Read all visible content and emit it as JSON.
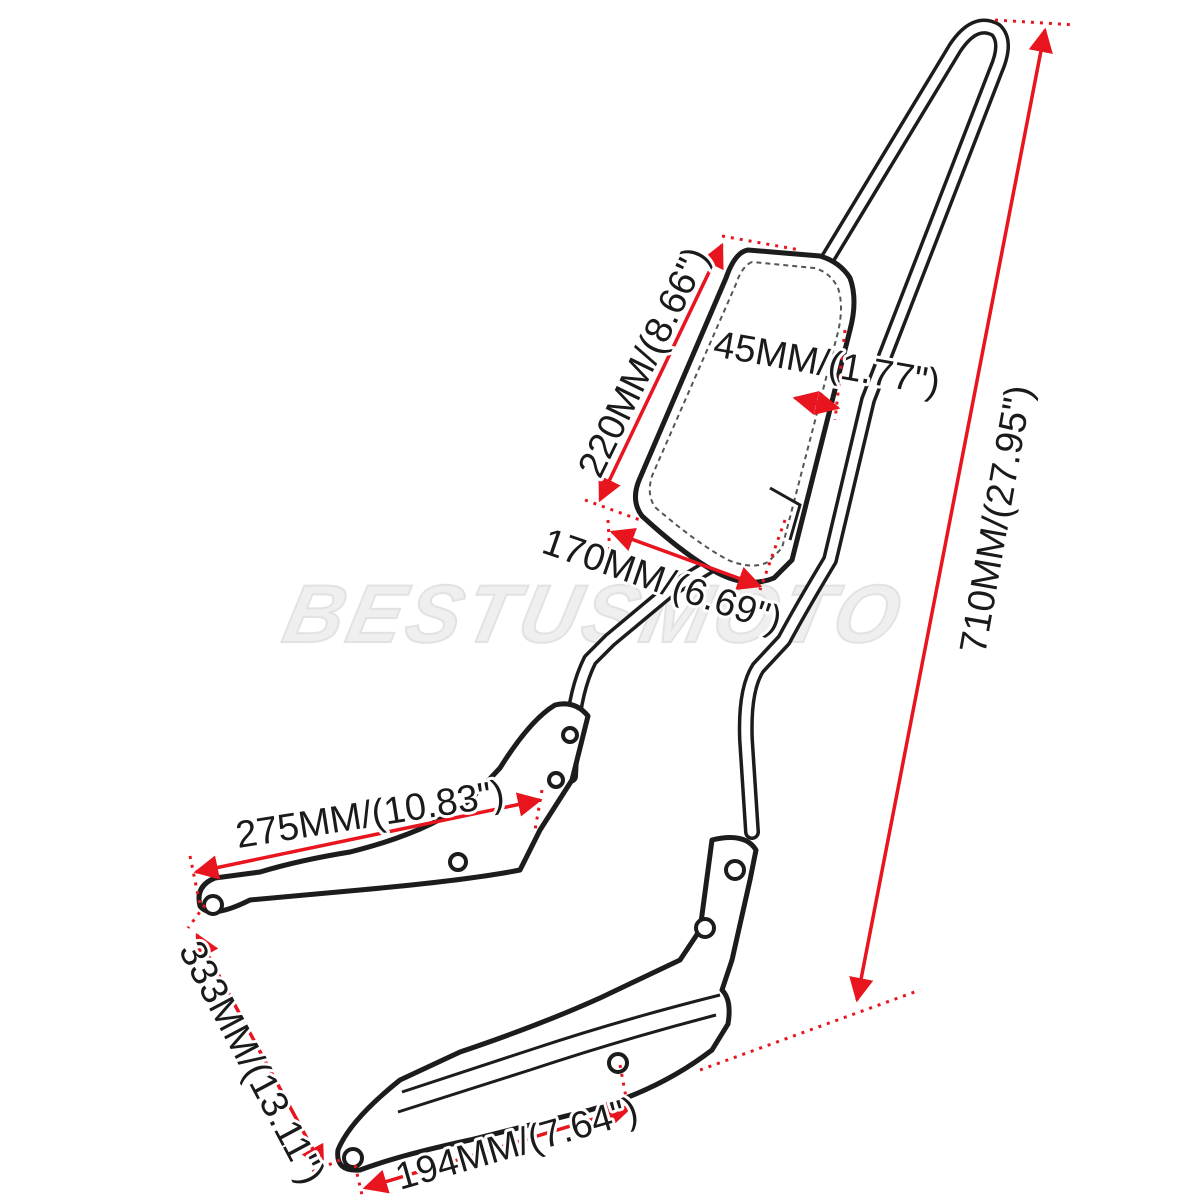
{
  "watermark": "BESTUSMOTO",
  "accent_color": "#e8141e",
  "dimensions": {
    "height_total": "710MM/(27.95\")",
    "pad_height": "220MM/(8.66\")",
    "pad_depth": "45MM/(1.77\")",
    "pad_width": "170MM/(6.69\")",
    "upper_bracket_length": "275MM/(10.83\")",
    "lower_bracket_span": "333MM/(13.11\")",
    "lower_bracket_length": "194MM/(7.64\")"
  }
}
